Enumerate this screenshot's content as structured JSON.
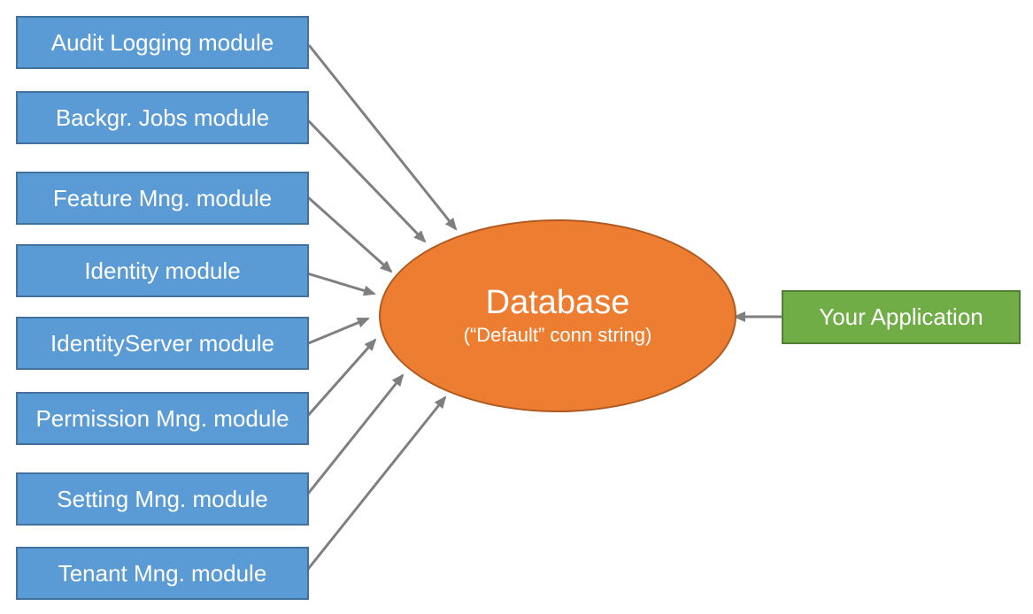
{
  "diagram": {
    "modules": [
      {
        "id": "audit-logging-module",
        "label": "Audit Logging module"
      },
      {
        "id": "backgr-jobs-module",
        "label": "Backgr. Jobs module"
      },
      {
        "id": "feature-mng-module",
        "label": "Feature Mng. module"
      },
      {
        "id": "identity-module",
        "label": "Identity module"
      },
      {
        "id": "identityserver-module",
        "label": "IdentityServer module"
      },
      {
        "id": "permission-mng-module",
        "label": "Permission Mng. module"
      },
      {
        "id": "setting-mng-module",
        "label": "Setting Mng. module"
      },
      {
        "id": "tenant-mng-module",
        "label": "Tenant Mng. module"
      }
    ],
    "database": {
      "title": "Database",
      "subtitle": "(“Default” conn string)"
    },
    "application": {
      "label": "Your Application"
    },
    "edges": [
      {
        "from": "audit-logging-module",
        "to": "database"
      },
      {
        "from": "backgr-jobs-module",
        "to": "database"
      },
      {
        "from": "feature-mng-module",
        "to": "database"
      },
      {
        "from": "identity-module",
        "to": "database"
      },
      {
        "from": "identityserver-module",
        "to": "database"
      },
      {
        "from": "permission-mng-module",
        "to": "database"
      },
      {
        "from": "setting-mng-module",
        "to": "database"
      },
      {
        "from": "tenant-mng-module",
        "to": "database"
      },
      {
        "from": "your-application",
        "to": "database"
      }
    ],
    "colors": {
      "module_fill": "#5B9BD5",
      "module_border": "#41719C",
      "database_fill": "#ED7D31",
      "database_border": "#AE5A21",
      "application_fill": "#70AD47",
      "application_border": "#507E32",
      "arrow": "#7F7F7F",
      "text": "#FFFFFF"
    }
  }
}
